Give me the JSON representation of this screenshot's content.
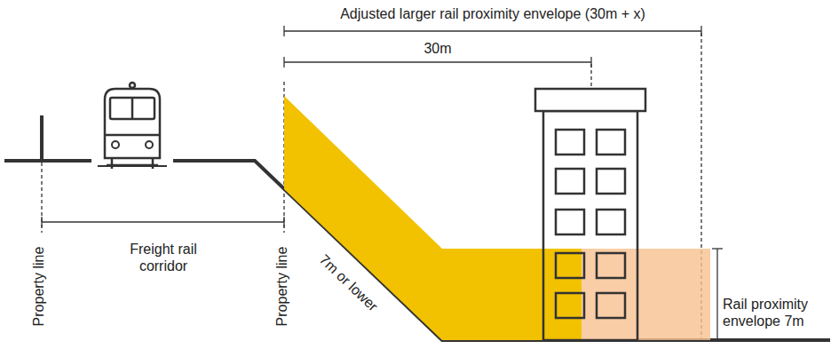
{
  "diagram": {
    "labels": [
      "Adjusted larger rail proximity envelope (30m + x)",
      "30m",
      "Property line",
      "Freight rail corridor",
      "Property line",
      "7m or lower",
      "Rail proximity envelope 7m"
    ]
  }
}
